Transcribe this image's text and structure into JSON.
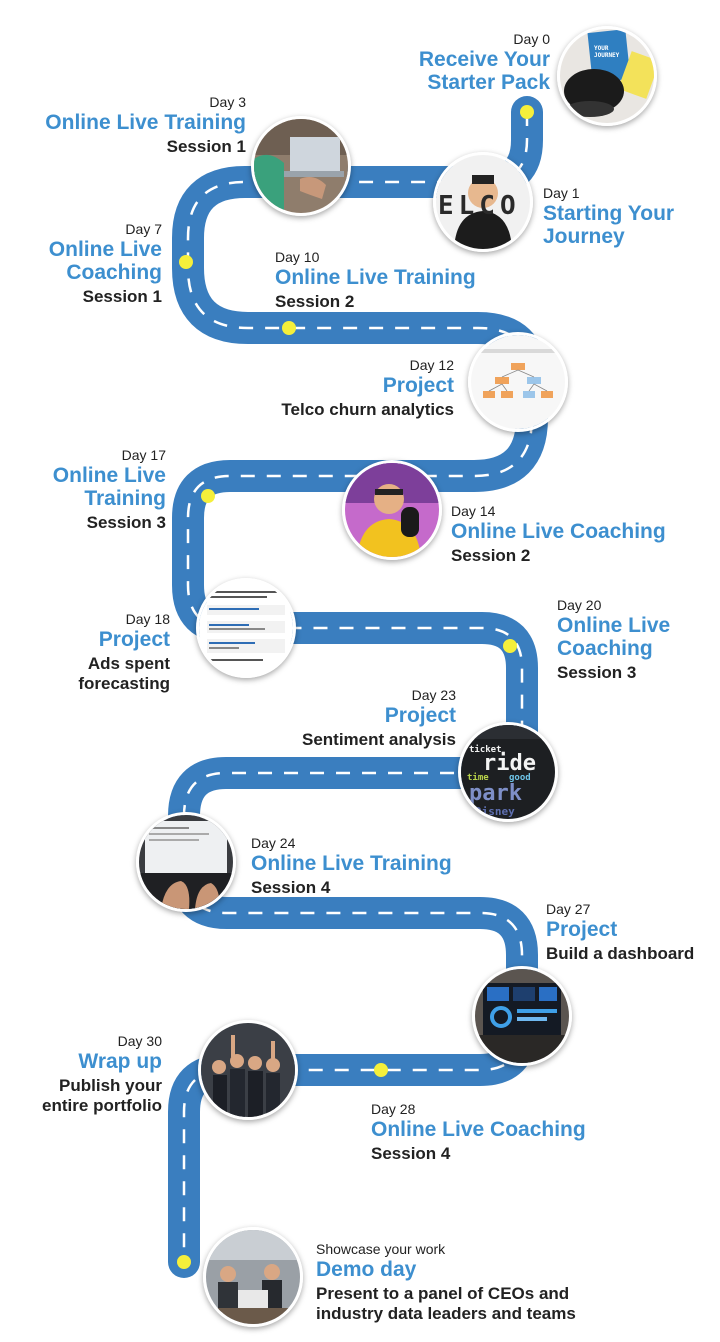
{
  "colors": {
    "road": "#3a7ebf",
    "road_dash": "#ffffff",
    "dot": "#f5ef3b",
    "title": "#3d8fcf",
    "text": "#222222"
  },
  "milestones": [
    {
      "id": "day0",
      "day": "Day 0",
      "title": "Receive Your Starter Pack",
      "sub": "",
      "photo": "starter-pack-photo",
      "photo_text": "YOUR JOURNEY"
    },
    {
      "id": "day1",
      "day": "Day 1",
      "title": "Starting Your Journey",
      "sub": "",
      "photo": "speaker-photo",
      "photo_text": "ELCO"
    },
    {
      "id": "day3",
      "day": "Day 3",
      "title": "Online Live Training",
      "sub": "Session 1",
      "photo": "laptop-training-photo"
    },
    {
      "id": "day7",
      "day": "Day 7",
      "title": "Online Live Coaching",
      "sub": "Session 1"
    },
    {
      "id": "day10",
      "day": "Day 10",
      "title": "Online Live Training",
      "sub": "Session 2"
    },
    {
      "id": "day12",
      "day": "Day 12",
      "title": "Project",
      "sub": "Telco churn analytics",
      "photo": "decision-tree-photo"
    },
    {
      "id": "day14",
      "day": "Day 14",
      "title": "Online Live Coaching",
      "sub": "Session 2",
      "photo": "coach-photo"
    },
    {
      "id": "day17",
      "day": "Day 17",
      "title": "Online Live Training",
      "sub": "Session 3"
    },
    {
      "id": "day18",
      "day": "Day 18",
      "title": "Project",
      "sub": "Ads spent forecasting",
      "photo": "code-notebook-photo"
    },
    {
      "id": "day20",
      "day": "Day 20",
      "title": "Online Live Coaching",
      "sub": "Session 3"
    },
    {
      "id": "day23",
      "day": "Day 23",
      "title": "Project",
      "sub": "Sentiment analysis",
      "photo": "word-cloud-photo",
      "photo_words": [
        "ticket",
        "ride",
        "time",
        "good",
        "park",
        "Disney"
      ]
    },
    {
      "id": "day24",
      "day": "Day 24",
      "title": "Online Live Training",
      "sub": "Session 4",
      "photo": "notebook-screen-photo"
    },
    {
      "id": "day27",
      "day": "Day 27",
      "title": "Project",
      "sub": "Build a dashboard",
      "photo": "dashboard-photo"
    },
    {
      "id": "day28",
      "day": "Day 28",
      "title": "Online Live Coaching",
      "sub": "Session 4"
    },
    {
      "id": "day30",
      "day": "Day 30",
      "title": "Wrap up",
      "sub": "Publish your entire portfolio",
      "photo": "group-photo"
    },
    {
      "id": "demo",
      "day": "Showcase your work",
      "title": "Demo day",
      "sub": "Present to a panel of CEOs and industry data leaders and teams",
      "photo": "demo-day-photo"
    }
  ]
}
